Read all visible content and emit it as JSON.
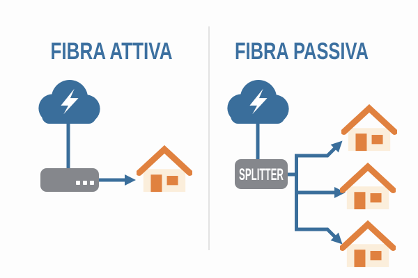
{
  "colors": {
    "accent_blue": "#3A6E9B",
    "title_blue": "#3C70A0",
    "device_gray": "#85878C",
    "roof_orange": "#E0813F",
    "house_cream": "#FBEEDB",
    "divider_gray": "#E3E3E3",
    "background": "#FDFDFD"
  },
  "left_panel": {
    "title": "FIBRA ATTIVA",
    "icons": [
      "cloud-lightning-icon",
      "router-icon",
      "house-icon"
    ],
    "house_count": 1
  },
  "right_panel": {
    "title": "FIBRA PASSIVA",
    "splitter_label": "SPLITTER",
    "icons": [
      "cloud-lightning-icon",
      "splitter-box",
      "house-icon"
    ],
    "house_count": 3
  }
}
